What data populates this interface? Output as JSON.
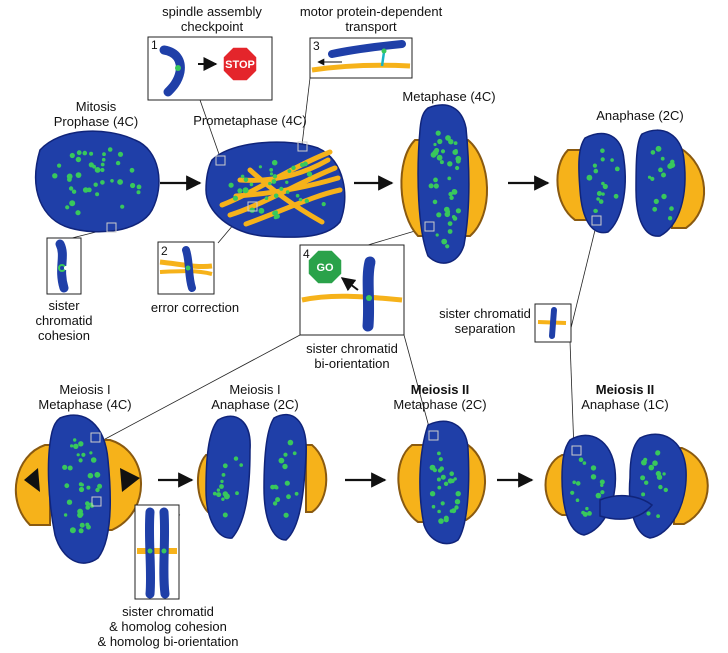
{
  "colors": {
    "chromatin": "#1f3fa8",
    "chromatin_dark": "#10247a",
    "kinetochore": "#38c85c",
    "spindle": "#f6b21a",
    "spindle_dark": "#8a5a10",
    "stop": "#e4252b",
    "go": "#2aa24a"
  },
  "stages": {
    "mitosis_prophase": [
      "Mitosis",
      "Prophase (4C)"
    ],
    "prometaphase": "Prometaphase (4C)",
    "metaphase": "Metaphase (4C)",
    "anaphase": "Anaphase (2C)",
    "meiosis1_metaphase": [
      "Meiosis I",
      "Metaphase (4C)"
    ],
    "meiosis1_anaphase": [
      "Meiosis I",
      "Anaphase (2C)"
    ],
    "meiosis2_metaphase": [
      "Meiosis II",
      "Metaphase (2C)"
    ],
    "meiosis2_anaphase": [
      "Meiosis II",
      "Anaphase (1C)"
    ]
  },
  "insets": {
    "sac": {
      "number": "1",
      "label": [
        "spindle assembly",
        "checkpoint"
      ],
      "sign": "STOP"
    },
    "error_correction": {
      "number": "2",
      "label": "error correction"
    },
    "transport": {
      "number": "3",
      "label": [
        "motor protein-dependent",
        "transport"
      ]
    },
    "biorientation": {
      "number": "4",
      "label": [
        "sister chromatid",
        "bi-orientation"
      ],
      "sign": "GO"
    },
    "cohesion": {
      "label": [
        "sister",
        "chromatid",
        "cohesion"
      ]
    },
    "separation": {
      "label": [
        "sister chromatid",
        "separation"
      ]
    },
    "homolog": {
      "label": [
        "sister chromatid",
        "& homolog cohesion",
        "& homolog bi-orientation"
      ]
    }
  }
}
